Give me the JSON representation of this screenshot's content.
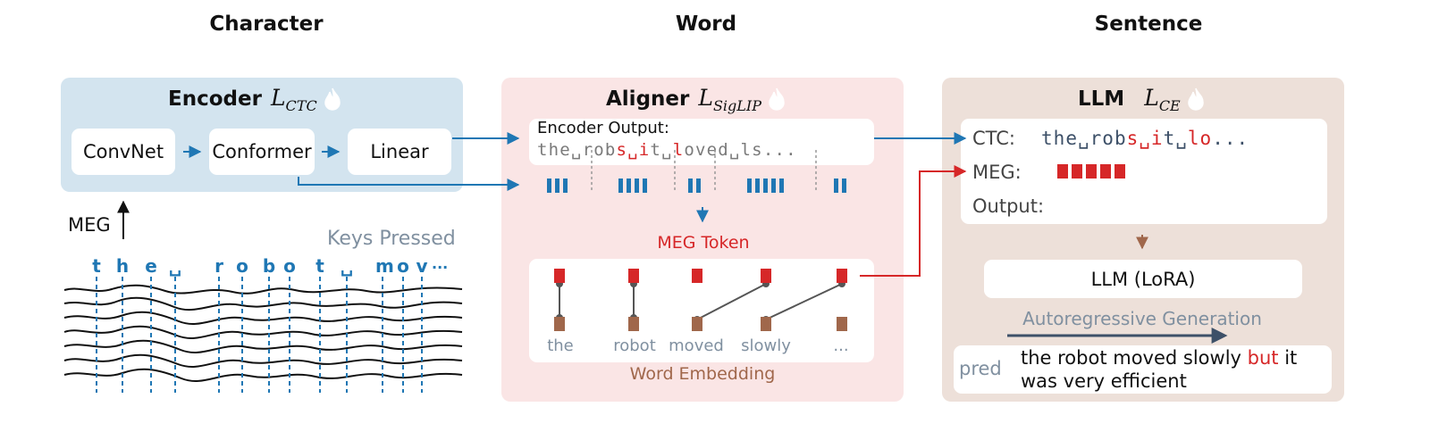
{
  "columns": {
    "character": "Character",
    "word": "Word",
    "sentence": "Sentence"
  },
  "encoder": {
    "title": "Encoder",
    "loss": "L",
    "loss_sub": "CTC",
    "modules": [
      "ConvNet",
      "Conformer",
      "Linear"
    ]
  },
  "input": {
    "meg_label": "MEG",
    "keys_label": "Keys Pressed",
    "keys": [
      "t",
      "h",
      "e",
      "␣",
      "r",
      "o",
      "b",
      "o",
      "t",
      "␣",
      "m",
      "o",
      "v",
      "..."
    ]
  },
  "aligner": {
    "title": "Aligner",
    "loss": "L",
    "loss_sub": "SigLIP",
    "encoder_output_label": "Encoder Output:",
    "encoder_output_text": "the␣robs␣it␣loved␣ls...",
    "meg_token_label": "MEG Token",
    "words": [
      "the",
      "robot",
      "moved",
      "slowly",
      "..."
    ],
    "word_embedding_label": "Word Embedding"
  },
  "llm": {
    "title": "LLM",
    "loss": "L",
    "loss_sub": "CE",
    "ctc_label": "CTC:",
    "ctc_text": "the␣robs␣it␣lo...",
    "meg_label": "MEG:",
    "output_label": "Output:",
    "lora_label": "LLM (LoRA)",
    "autoreg_label": "Autoregressive Generation",
    "pred_label": "pred",
    "pred_before": "the robot moved slowly ",
    "pred_highlight": "but",
    "pred_after": " it was very efficient"
  },
  "colors": {
    "encoder_bg": "#d3e4ef",
    "aligner_bg": "#fae5e5",
    "llm_bg": "#ede0d9",
    "blue": "#1f77b4",
    "red": "#d62728",
    "brown": "#a0674b",
    "slate": "#8090a0"
  }
}
